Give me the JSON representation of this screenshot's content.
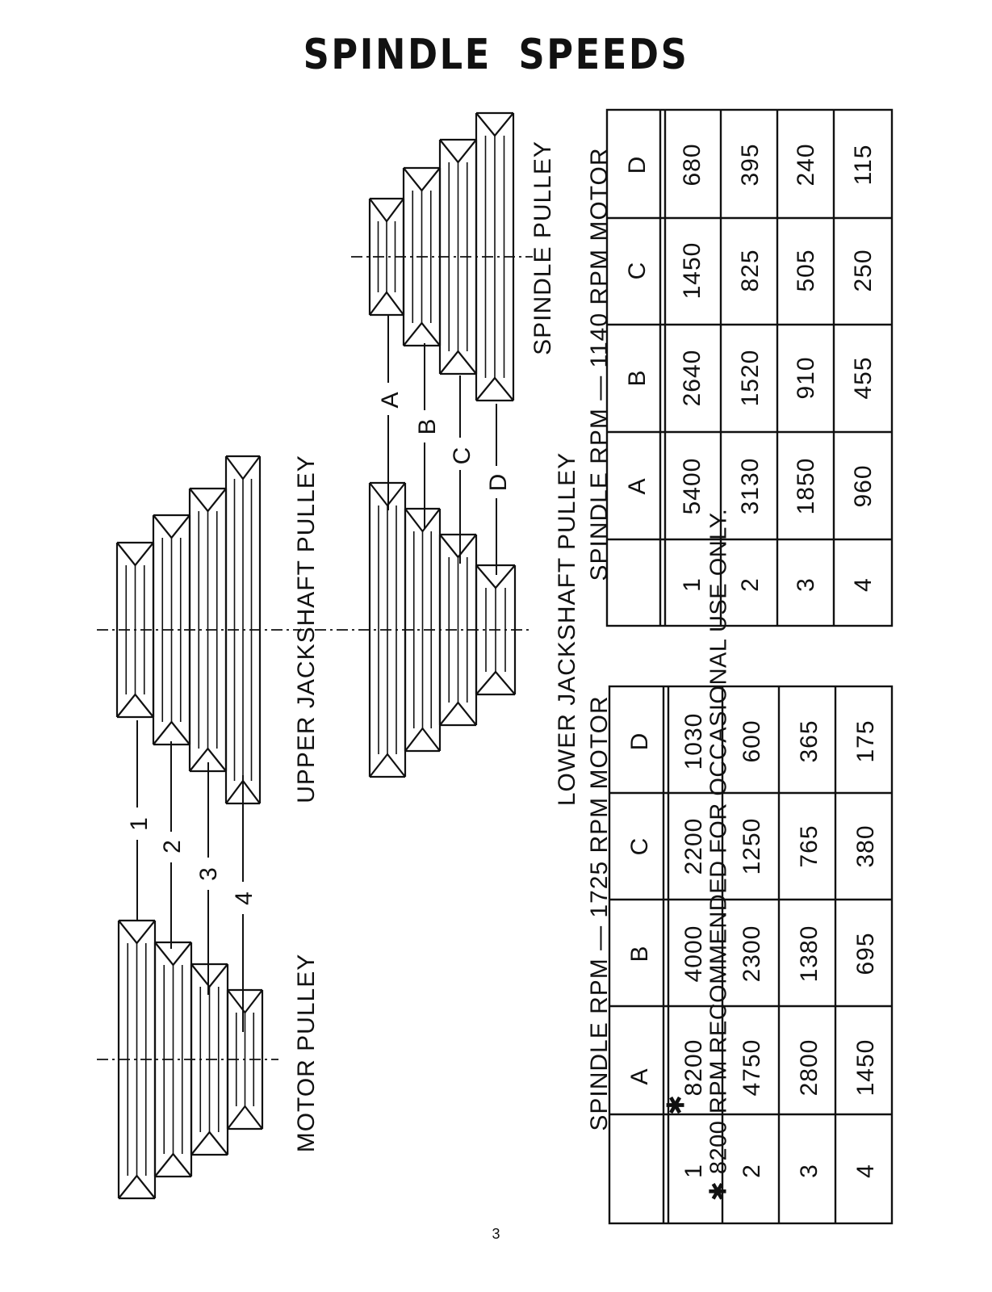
{
  "page": {
    "title": "SPINDLE SPEEDS",
    "page_number": "3",
    "footnote": "✱ 8200 RPM RECOMMENDED FOR OCCASIONAL USE ONLY.",
    "asterisk": "✱"
  },
  "pulleys": {
    "motor": "MOTOR PULLEY",
    "upper_jackshaft": "UPPER JACKSHAFT PULLEY",
    "lower_jackshaft": "LOWER JACKSHAFT PULLEY",
    "spindle": "SPINDLE PULLEY",
    "belt_numbers": [
      "1",
      "2",
      "3",
      "4"
    ],
    "belt_letters": [
      "A",
      "B",
      "C",
      "D"
    ]
  },
  "tables": [
    {
      "title": "SPINDLE RPM — 1725 RPM MOTOR",
      "columns": [
        "A",
        "B",
        "C",
        "D"
      ],
      "rows": [
        {
          "label": "1",
          "values": [
            "8200",
            "4000",
            "2200",
            "1030"
          ]
        },
        {
          "label": "2",
          "values": [
            "4750",
            "2300",
            "1250",
            "600"
          ]
        },
        {
          "label": "3",
          "values": [
            "2800",
            "1380",
            "765",
            "365"
          ]
        },
        {
          "label": "4",
          "values": [
            "1450",
            "695",
            "380",
            "175"
          ]
        }
      ]
    },
    {
      "title": "SPINDLE RPM — 1140 RPM MOTOR",
      "columns": [
        "A",
        "B",
        "C",
        "D"
      ],
      "rows": [
        {
          "label": "1",
          "values": [
            "5400",
            "2640",
            "1450",
            "680"
          ]
        },
        {
          "label": "2",
          "values": [
            "3130",
            "1520",
            "825",
            "395"
          ]
        },
        {
          "label": "3",
          "values": [
            "1850",
            "910",
            "505",
            "240"
          ]
        },
        {
          "label": "4",
          "values": [
            "960",
            "455",
            "250",
            "115"
          ]
        }
      ]
    }
  ]
}
